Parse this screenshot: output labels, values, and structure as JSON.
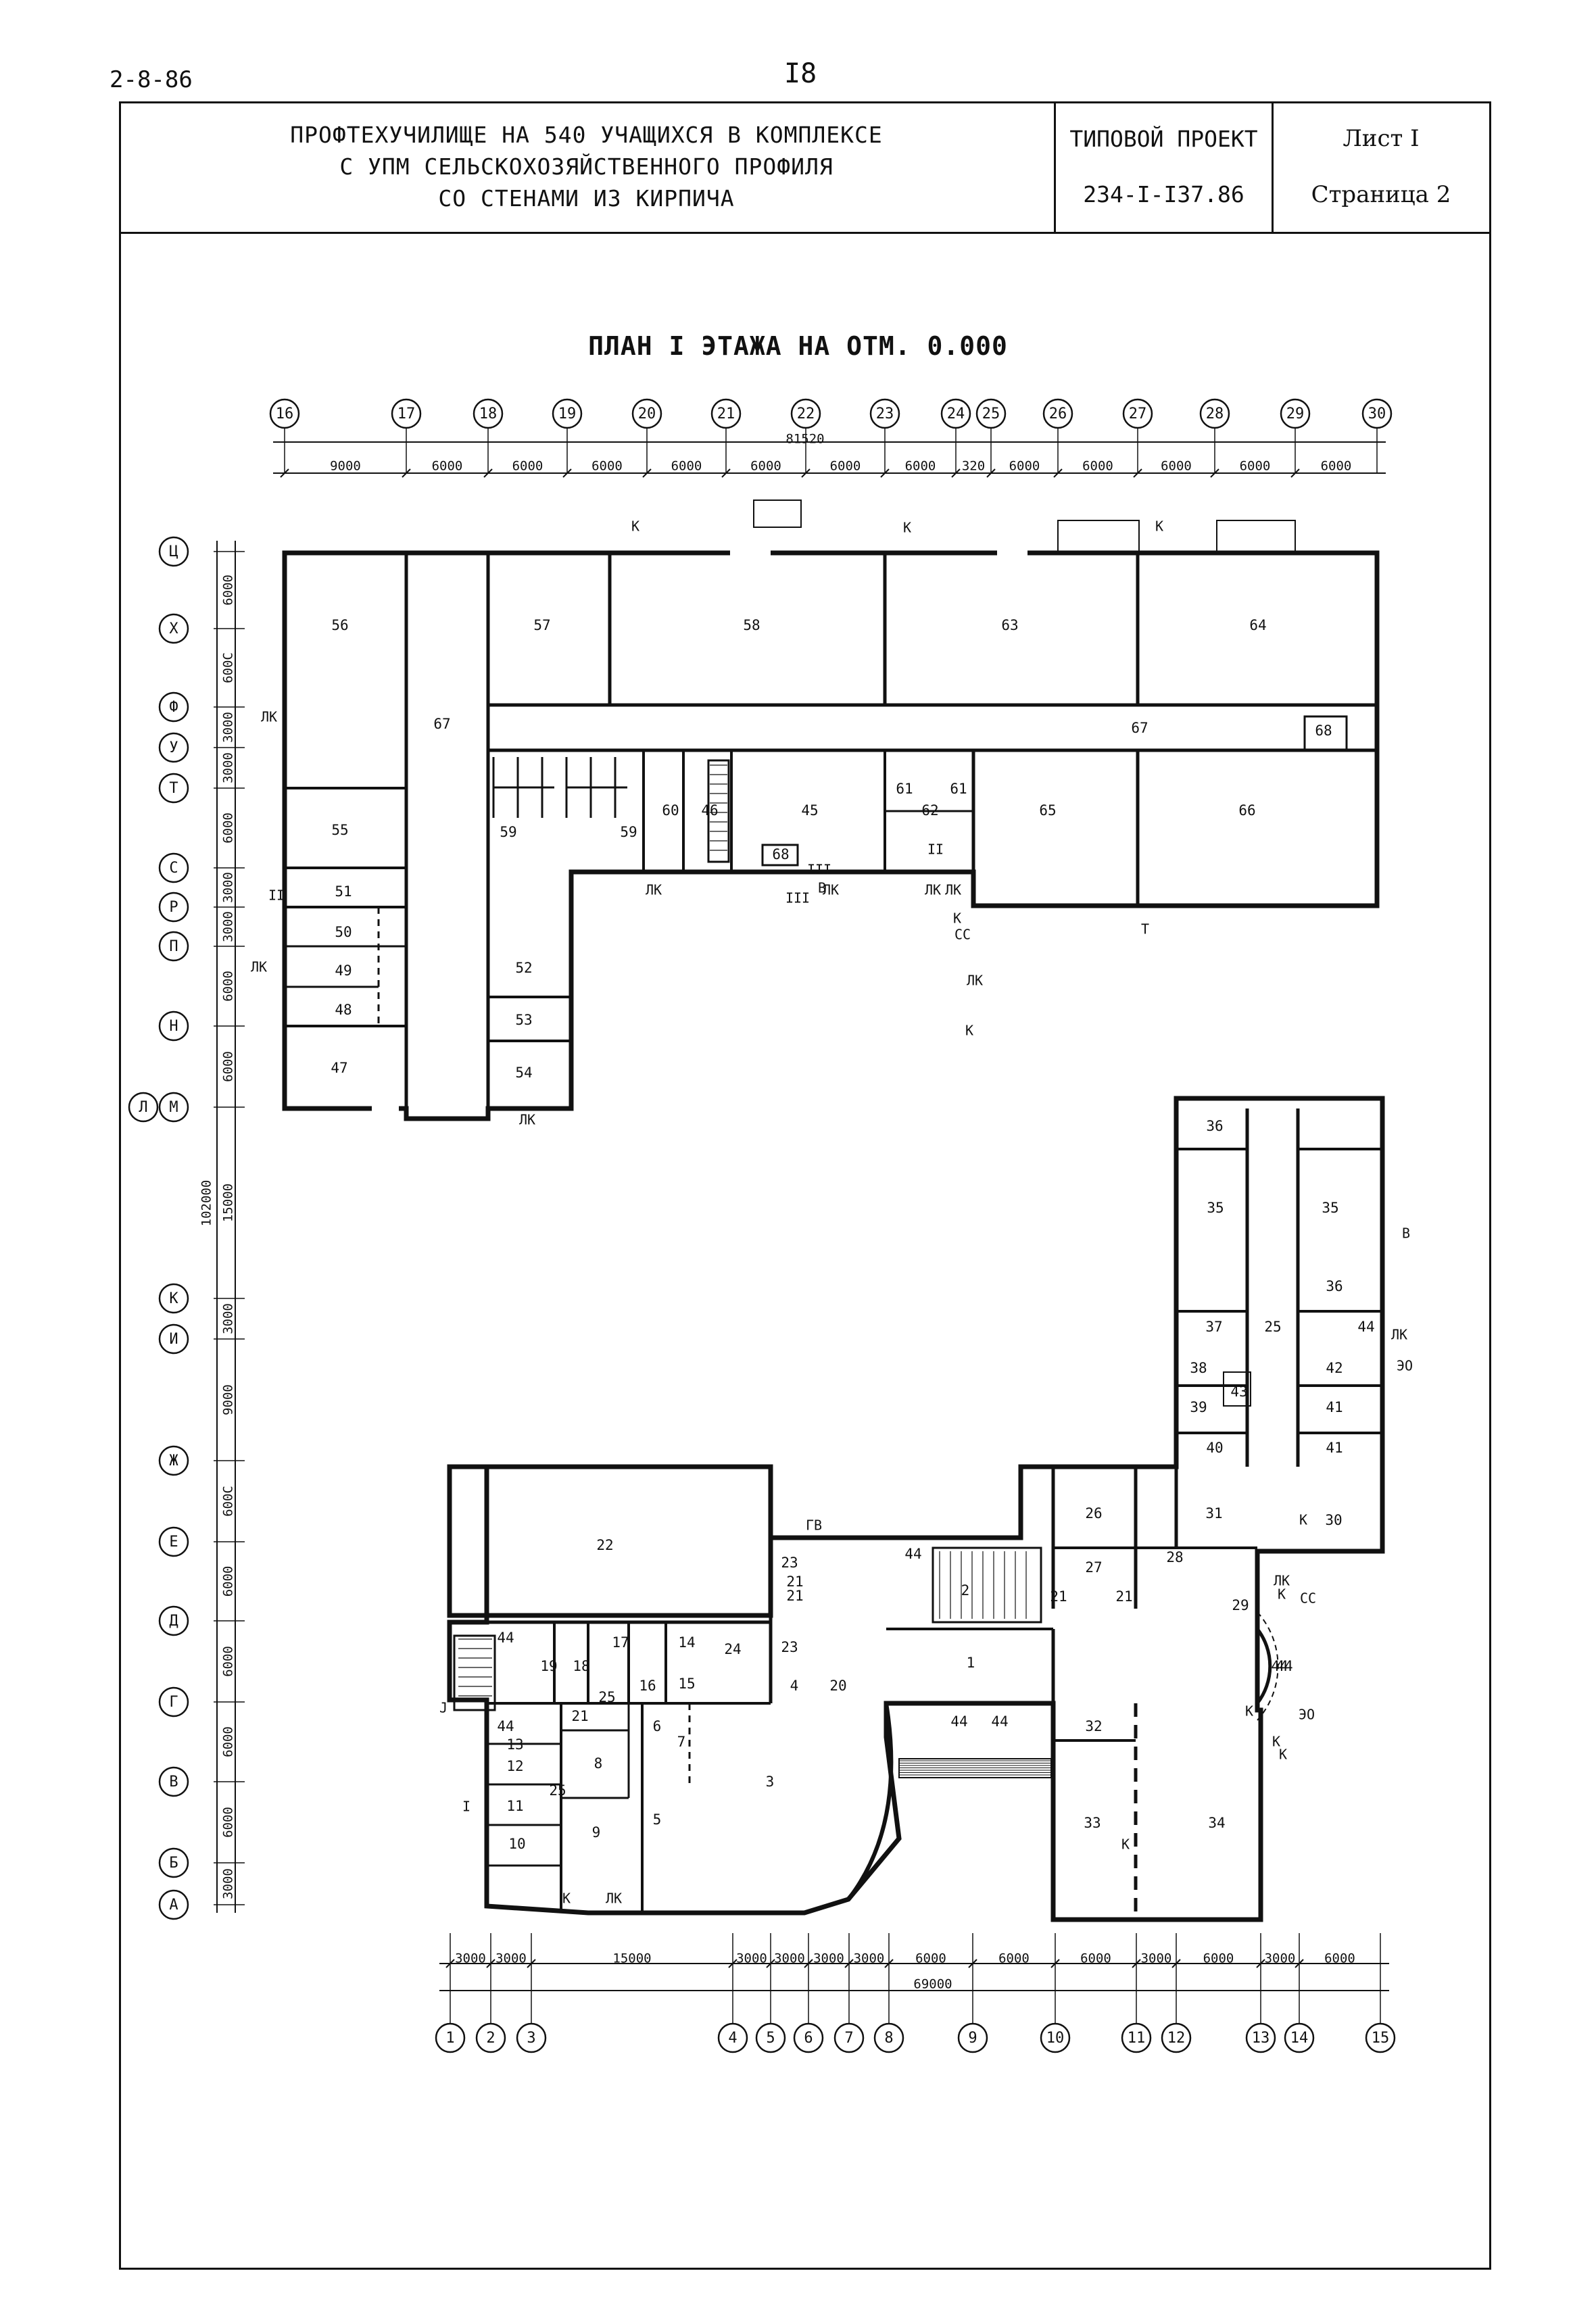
{
  "header": {
    "doc_code": "2-8-86",
    "sheet_number": "I8",
    "title_lines": [
      "ПРОФТЕХУЧИЛИЩЕ НА 540 УЧАЩИХСЯ В КОМПЛЕКСЕ",
      "С УПМ СЕЛЬСКОХОЗЯЙСТВЕННОГО ПРОФИЛЯ",
      "СО СТЕНАМИ ИЗ КИРПИЧА"
    ],
    "project_label": "ТИПОВОЙ ПРОЕКТ",
    "project_number": "234-I-I37.86",
    "sheet_label": "Лист I",
    "page_label": "Страница 2"
  },
  "plan_title": "ПЛАН I ЭТАЖА НА ОТМ. 0.000",
  "top_axes": [
    "16",
    "17",
    "18",
    "19",
    "20",
    "21",
    "22",
    "23",
    "24",
    "25",
    "26",
    "27",
    "28",
    "29",
    "30"
  ],
  "top_dims": [
    "9000",
    "6000",
    "6000",
    "6000",
    "6000",
    "6000",
    "6000",
    "6000",
    "320",
    "6000",
    "6000",
    "6000",
    "6000",
    "6000"
  ],
  "top_total": "81520",
  "bottom_axes": [
    "1",
    "2",
    "3",
    "4",
    "5",
    "6",
    "7",
    "8",
    "9",
    "10",
    "11",
    "12",
    "13",
    "14",
    "15"
  ],
  "bottom_dims": [
    "3000",
    "3000",
    "15000",
    "3000",
    "3000",
    "3000",
    "3000",
    "6000",
    "6000",
    "6000",
    "3000",
    "6000",
    "3000",
    "6000"
  ],
  "bottom_total": "69000",
  "left_axes": [
    "Ц",
    "Х",
    "Ф",
    "У",
    "Т",
    "С",
    "Р",
    "П",
    "Н",
    "Л",
    "М",
    "К",
    "И",
    "Ж",
    "Е",
    "Д",
    "Г",
    "В",
    "Б",
    "А"
  ],
  "left_dims": [
    "6000",
    "600С",
    "3000",
    "3000",
    "6000",
    "3000",
    "3000",
    "6000",
    "6000",
    "15000",
    "3000",
    "9000",
    "600С",
    "6000",
    "6000",
    "6000",
    "6000",
    "3000"
  ],
  "left_total": "102000",
  "rooms": [
    "1",
    "2",
    "3",
    "4",
    "5",
    "6",
    "7",
    "8",
    "9",
    "10",
    "11",
    "12",
    "13",
    "14",
    "15",
    "16",
    "17",
    "18",
    "19",
    "20",
    "21",
    "21",
    "21",
    "21",
    "21",
    "22",
    "23",
    "23",
    "24",
    "25",
    "25",
    "25",
    "26",
    "27",
    "28",
    "29",
    "30",
    "31",
    "32",
    "33",
    "34",
    "35",
    "35",
    "36",
    "36",
    "37",
    "38",
    "39",
    "40",
    "41",
    "41",
    "42",
    "43",
    "44",
    "44",
    "44",
    "44",
    "44",
    "44",
    "44",
    "44",
    "45",
    "46",
    "47",
    "48",
    "49",
    "50",
    "51",
    "52",
    "53",
    "54",
    "55",
    "56",
    "57",
    "58",
    "59",
    "59",
    "60",
    "61",
    "61",
    "62",
    "63",
    "64",
    "65",
    "66",
    "67",
    "67",
    "68",
    "68"
  ],
  "markers": [
    "К",
    "К",
    "К",
    "ЛК",
    "ЛК",
    "ЛК",
    "ЛК",
    "ЛК",
    "ЛК",
    "К",
    "СС",
    "ЛК",
    "К",
    "Т",
    "ГВ",
    "В",
    "ЭО",
    "ЛК",
    "К",
    "ЛК",
    "К",
    "ЛК",
    "К",
    "ЭО",
    "К",
    "К",
    "СС",
    "I",
    "В",
    "К",
    "ЛК",
    "J",
    "К",
    "II",
    "II",
    "III",
    "III"
  ]
}
